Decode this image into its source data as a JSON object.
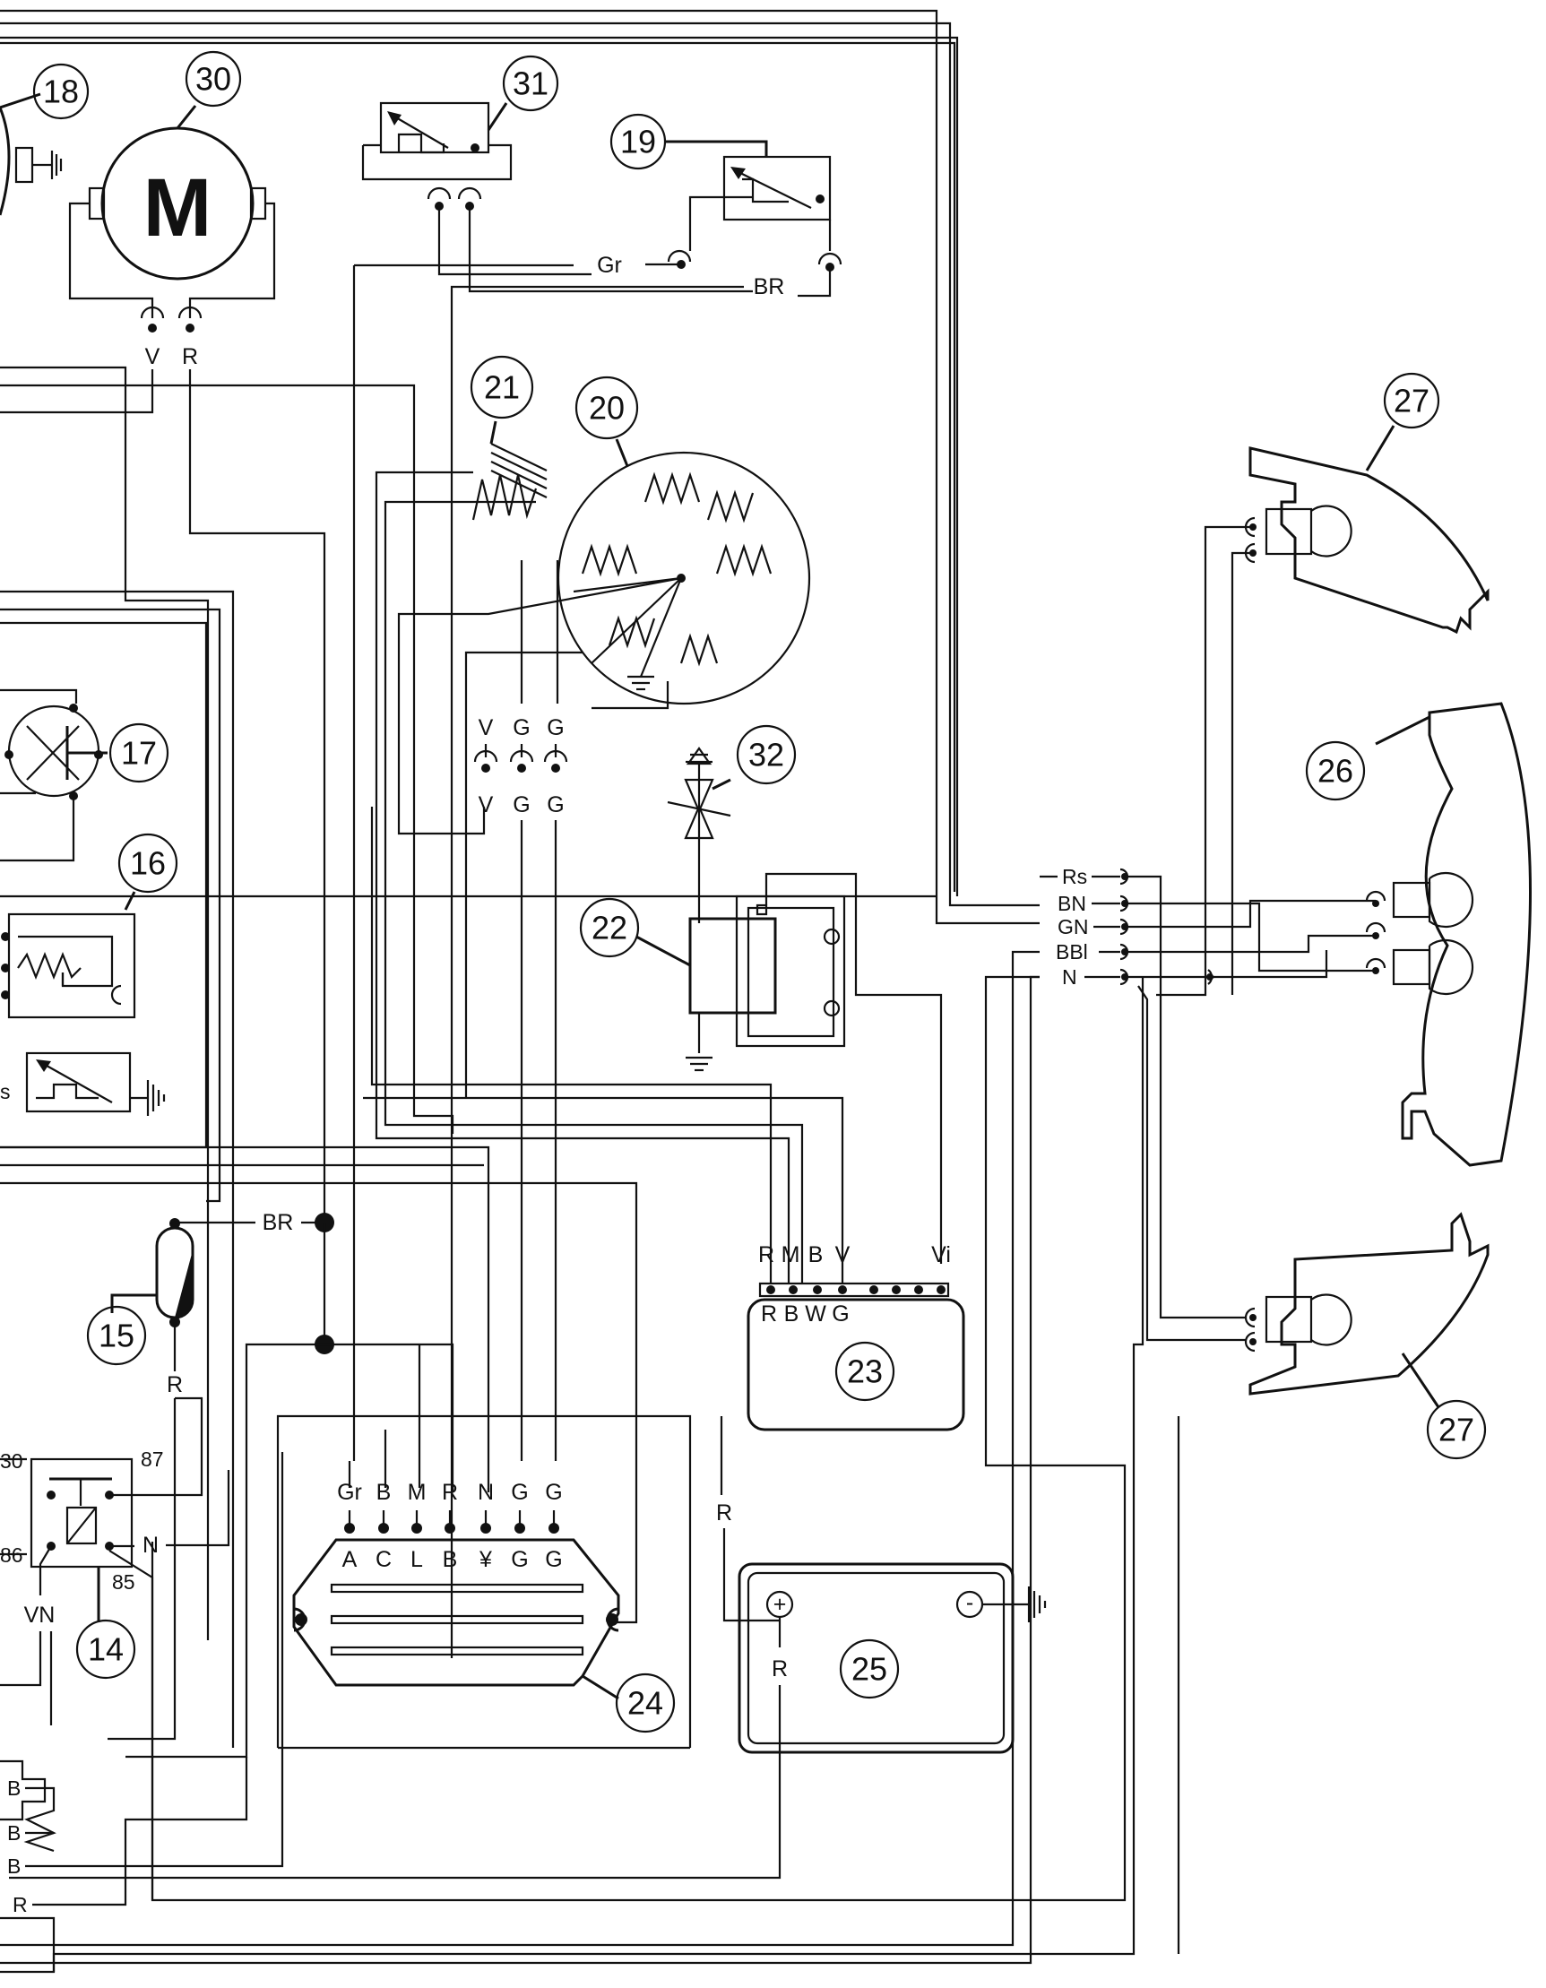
{
  "diagram": {
    "components": [
      {
        "id": "18",
        "label": "18"
      },
      {
        "id": "30",
        "label": "30",
        "symbol": "M"
      },
      {
        "id": "31",
        "label": "31"
      },
      {
        "id": "19",
        "label": "19"
      },
      {
        "id": "21",
        "label": "21"
      },
      {
        "id": "20",
        "label": "20"
      },
      {
        "id": "27a",
        "label": "27"
      },
      {
        "id": "26",
        "label": "26"
      },
      {
        "id": "27b",
        "label": "27"
      },
      {
        "id": "17",
        "label": "17"
      },
      {
        "id": "16",
        "label": "16"
      },
      {
        "id": "32",
        "label": "32"
      },
      {
        "id": "22",
        "label": "22"
      },
      {
        "id": "23",
        "label": "23"
      },
      {
        "id": "15",
        "label": "15"
      },
      {
        "id": "14",
        "label": "14"
      },
      {
        "id": "24",
        "label": "24"
      },
      {
        "id": "25",
        "label": "25"
      }
    ],
    "motor_pins": [
      "V",
      "R"
    ],
    "sensor19_wires": [
      "Gr",
      "BR"
    ],
    "stator_top": [
      "V",
      "G",
      "G"
    ],
    "stator_bottom": [
      "V",
      "G",
      "G"
    ],
    "cdi_top": [
      "R",
      "M",
      "B",
      "V",
      "Vi"
    ],
    "cdi_bottom": [
      "R",
      "B",
      "W",
      "G"
    ],
    "connector_right": [
      "Rs",
      "BN",
      "GN",
      "BBl",
      "N"
    ],
    "regulator_top": [
      "Gr",
      "B",
      "M",
      "R",
      "N",
      "G",
      "G"
    ],
    "regulator_bottom": [
      "A",
      "C",
      "L",
      "B",
      "¥",
      "G",
      "G"
    ],
    "relay_pins": [
      "30",
      "87",
      "86",
      "85"
    ],
    "relay_wires": [
      "N",
      "VN"
    ],
    "horn_wires": [
      "BR",
      "R"
    ],
    "battery_wire": "R",
    "battery_pos": "R",
    "battery_plus": "+",
    "battery_minus": "-",
    "sensor_left_wire": "s",
    "left_edge_labels": [
      "B",
      "B",
      "B",
      "R"
    ]
  }
}
